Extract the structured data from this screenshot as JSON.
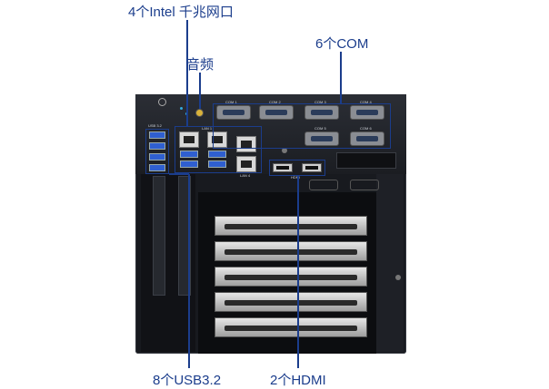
{
  "labels": {
    "lan": "4个Intel 千兆网口",
    "audio": "音频",
    "com": "6个COM",
    "usb": "8个USB3.2",
    "hdmi": "2个HDMI"
  },
  "panel_marks": {
    "com1": "COM 1",
    "com2": "COM 2",
    "com3": "COM 3",
    "com4": "COM 4",
    "com5": "COM 5",
    "com6": "COM 6",
    "lan1": "LAN 1",
    "lan4": "LAN 4",
    "usb": "USB 3.2",
    "hdmi": "HDMI"
  },
  "colors": {
    "callout": "#1b3d8c",
    "usb_port": "#2f5fd0",
    "chassis": "#181a1f"
  }
}
